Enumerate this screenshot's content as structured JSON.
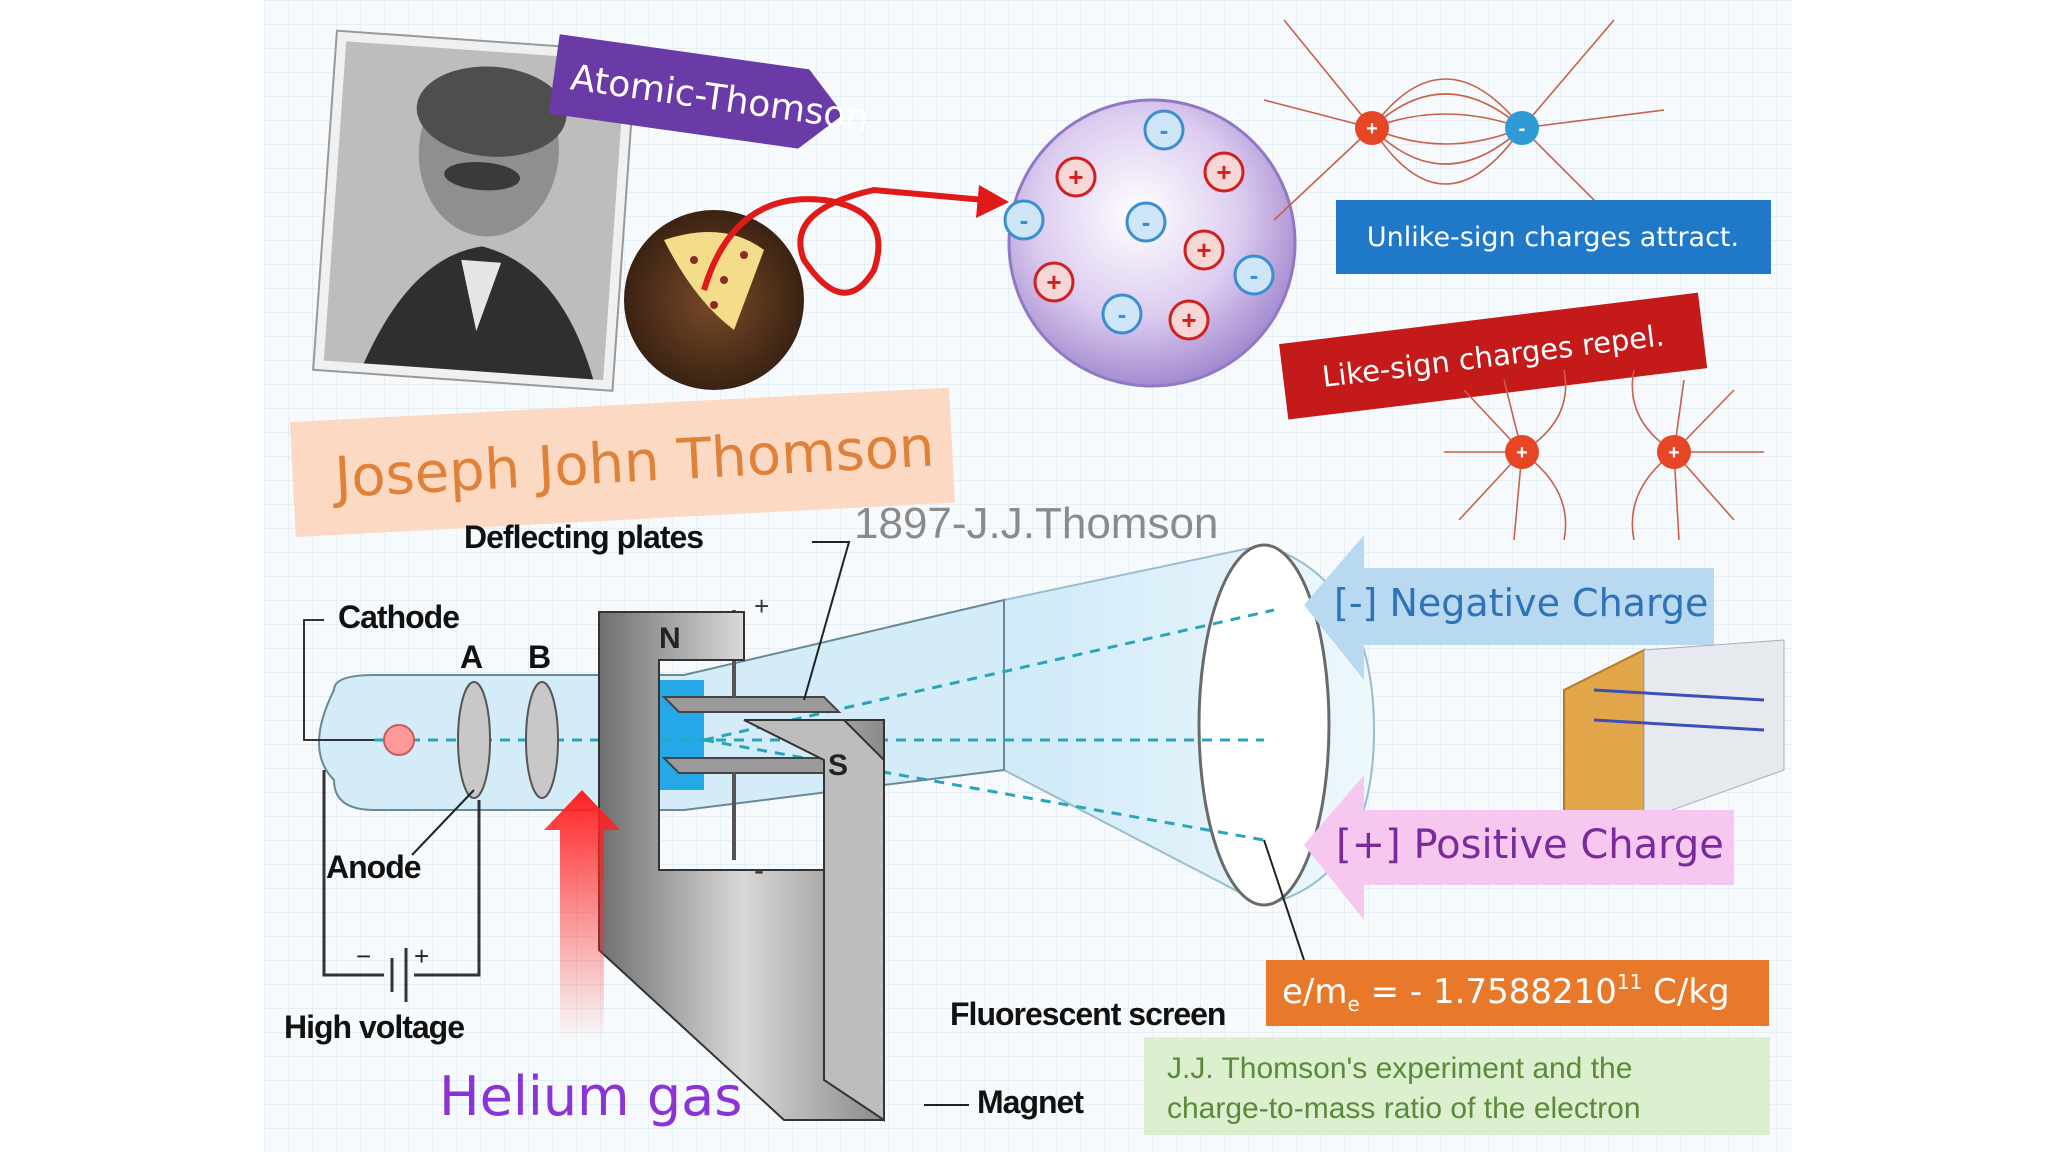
{
  "title_card": {
    "name": "Joseph John Thomson"
  },
  "model_banner": {
    "label": "Atomic-Thomson"
  },
  "charges": {
    "attract_note": "Unlike-sign charges attract.",
    "repel_note": "Like-sign charges repel.",
    "plus_symbol": "+",
    "minus_symbol": "-"
  },
  "experiment": {
    "year_caption": "1897-J.J.Thomson",
    "labels": {
      "deflecting_plates": "Deflecting plates",
      "cathode": "Cathode",
      "anode_a": "A",
      "anode_b": "B",
      "anode": "Anode",
      "high_voltage": "High voltage",
      "fluorescent_screen": "Fluorescent screen",
      "magnet": "Magnet",
      "north": "N",
      "south": "S",
      "plate_plus": "+",
      "plate_minus": "-",
      "battery_minus": "−",
      "battery_plus": "+"
    },
    "gas_label": "Helium gas",
    "negative_charge": "[-] Negative Charge",
    "positive_charge": "[+] Positive Charge",
    "ratio": {
      "prefix": "e/m",
      "subscript": "e",
      "value": " = - 1.7588210",
      "exponent": "11",
      "unit": " C/kg"
    },
    "caption_line1": "J.J. Thomson's experiment and the",
    "caption_line2": "charge-to-mass ratio of the electron"
  },
  "colors": {
    "purple_banner": "#6a3aa6",
    "blue_note": "#1f78c8",
    "red_note": "#c41a1a",
    "orange_ratio": "#e9792a",
    "green_caption": "#dcefcf",
    "peach_card": "#fbd9c2",
    "helium_purple": "#8a33d6"
  }
}
